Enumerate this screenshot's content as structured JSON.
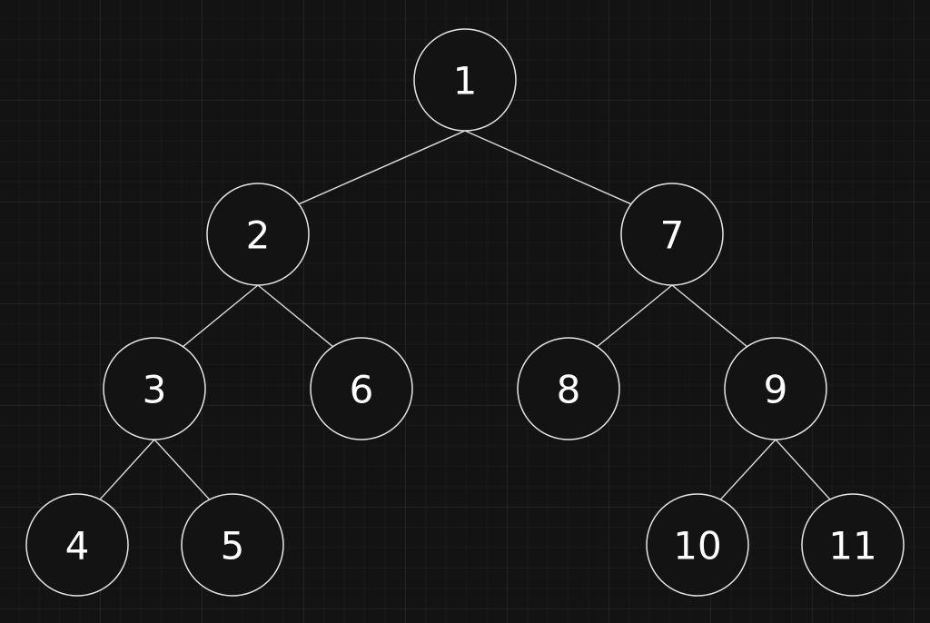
{
  "diagram": {
    "type": "tree",
    "nodes": [
      {
        "id": "n1",
        "label": "1"
      },
      {
        "id": "n2",
        "label": "2"
      },
      {
        "id": "n7",
        "label": "7"
      },
      {
        "id": "n3",
        "label": "3"
      },
      {
        "id": "n6",
        "label": "6"
      },
      {
        "id": "n8",
        "label": "8"
      },
      {
        "id": "n9",
        "label": "9"
      },
      {
        "id": "n4",
        "label": "4"
      },
      {
        "id": "n5",
        "label": "5"
      },
      {
        "id": "n10",
        "label": "10"
      },
      {
        "id": "n11",
        "label": "11"
      }
    ],
    "edges": [
      {
        "from": "n1",
        "to": "n2"
      },
      {
        "from": "n1",
        "to": "n7"
      },
      {
        "from": "n2",
        "to": "n3"
      },
      {
        "from": "n2",
        "to": "n6"
      },
      {
        "from": "n7",
        "to": "n8"
      },
      {
        "from": "n7",
        "to": "n9"
      },
      {
        "from": "n3",
        "to": "n4"
      },
      {
        "from": "n3",
        "to": "n5"
      },
      {
        "from": "n9",
        "to": "n10"
      },
      {
        "from": "n9",
        "to": "n11"
      }
    ],
    "colors": {
      "background": "#131313",
      "node_stroke": "#e6e6e6",
      "edge_stroke": "#dcdcdc",
      "text": "#ffffff"
    }
  }
}
